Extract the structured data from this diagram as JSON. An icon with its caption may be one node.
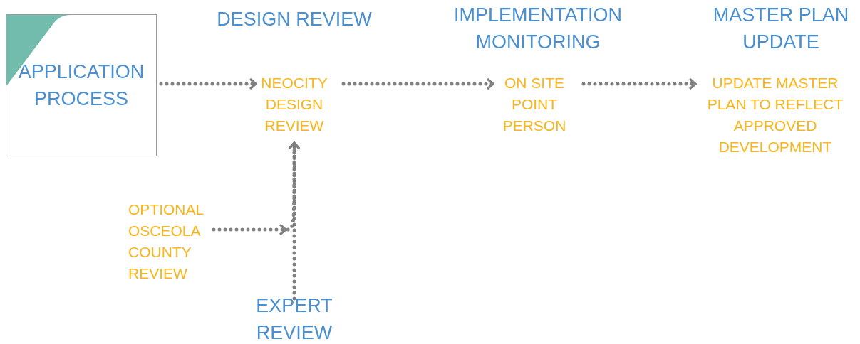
{
  "diagram": {
    "nodes": [
      {
        "text": [
          "APPLICATION PROCESS"
        ]
      },
      {
        "text": [
          "NEOCITY DESIGN REVIEW"
        ]
      },
      {
        "text": [
          "ON SITE POINT PERSON"
        ]
      },
      {
        "text": [
          "UPDATE MASTER PLAN TO REFLECT APPROVED DEVELOPMENT"
        ]
      },
      {
        "text": [
          "OPTIONAL OSCEOLA COUNTY REVIEW"
        ]
      },
      {
        "text": [
          "EXPERT REVIEW"
        ]
      }
    ],
    "edges": [
      {
        "from": 0,
        "to": 1,
        "arrow": "to",
        "style": "dashed"
      },
      {
        "from": 1,
        "to": 2,
        "arrow": "to",
        "style": "dashed"
      },
      {
        "from": 2,
        "to": 3,
        "arrow": "to",
        "style": "dashed"
      },
      {
        "from": 5,
        "to": 1,
        "arrow": "to",
        "style": "dashed"
      },
      {
        "from": 4,
        "to": 1,
        "arrow": "to",
        "style": "dashed"
      }
    ],
    "labels": [
      "DESIGN REVIEW",
      "IMPLEMENTATION MONITORING",
      "MASTER PLAN UPDATE"
    ]
  }
}
